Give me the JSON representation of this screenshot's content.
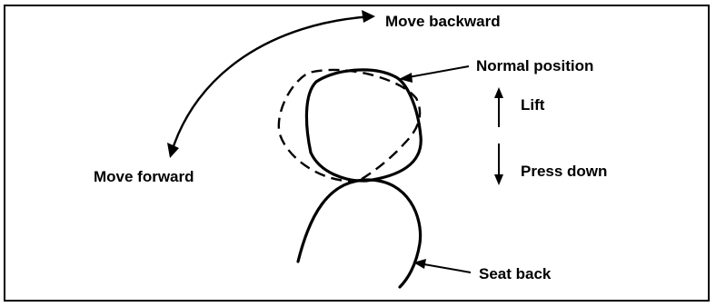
{
  "diagram": {
    "labels": {
      "move_backward": "Move backward",
      "move_forward": "Move forward",
      "normal_position": "Normal position",
      "lift": "Lift",
      "press_down": "Press down",
      "seat_back": "Seat back"
    }
  }
}
